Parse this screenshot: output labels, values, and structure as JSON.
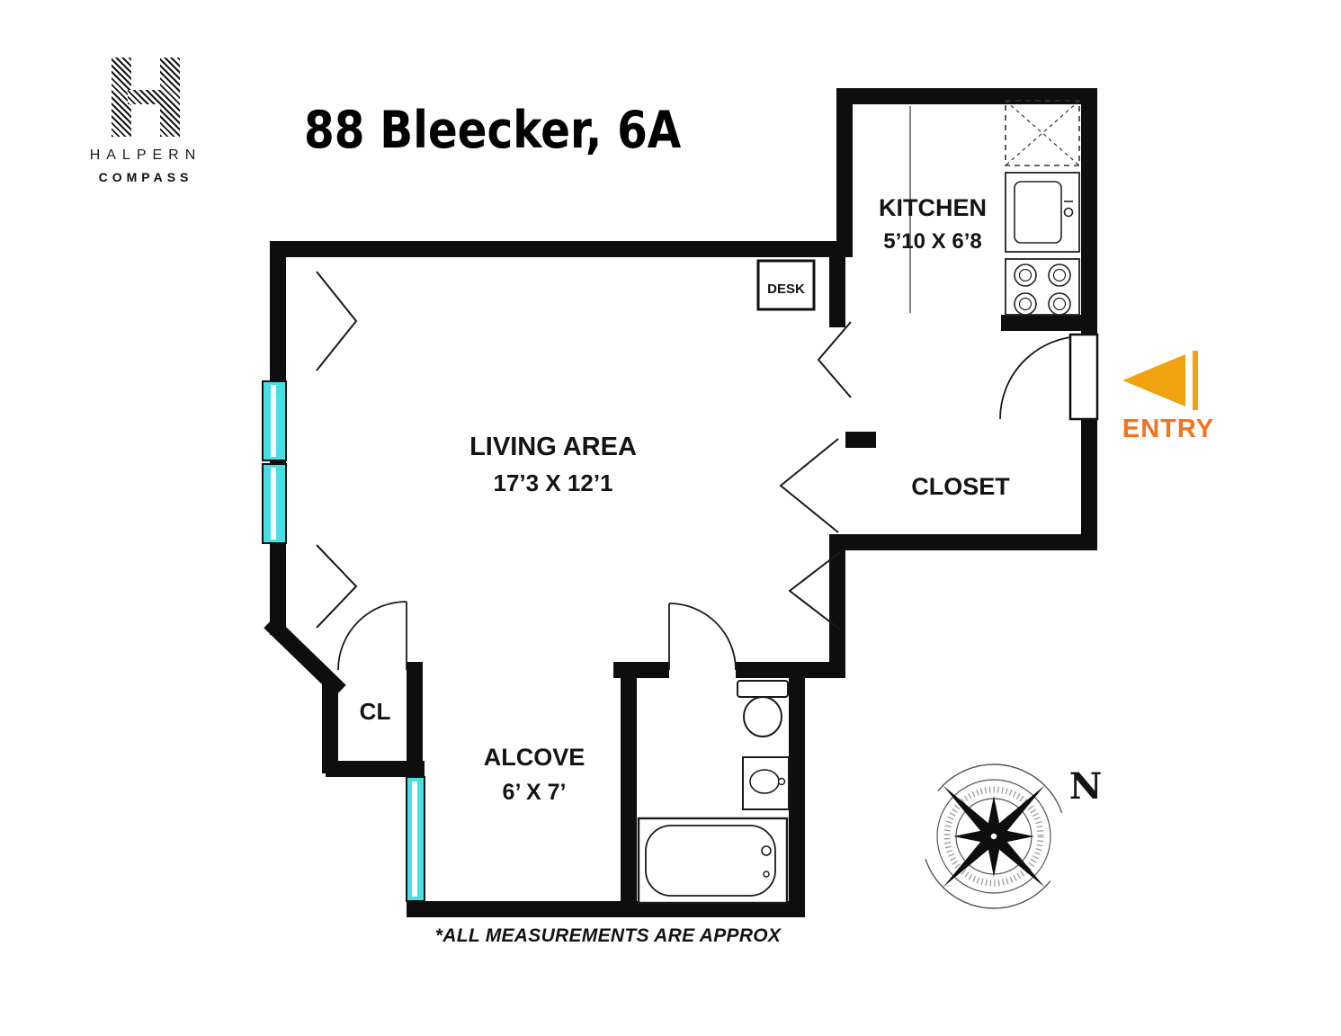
{
  "header": {
    "title": "88 Bleecker, 6A",
    "logo": {
      "monogram": "H",
      "brand": "HALPERN",
      "sub_brand": "COMPASS"
    }
  },
  "rooms": {
    "kitchen": {
      "name": "KITCHEN",
      "dims": "5’10 X 6’8"
    },
    "living_area": {
      "name": "LIVING AREA",
      "dims": "17’3 X 12’1"
    },
    "closet": {
      "name": "CLOSET"
    },
    "cl_closet": {
      "name": "CL"
    },
    "alcove": {
      "name": "ALCOVE",
      "dims": "6’ X 7’"
    },
    "desk": {
      "name": "DESK"
    }
  },
  "entry": {
    "label": "ENTRY"
  },
  "compass_rose": {
    "north": "N"
  },
  "footnote": "*ALL MEASUREMENTS ARE APPROX",
  "icons": {
    "entry_arrow": "left-pointing-triangle",
    "compass_rose": "eight-point-star",
    "windows": "cyan-window-bars"
  },
  "colors": {
    "wall": "#0e0e0e",
    "window": "#45dfe4",
    "entry_arrow": "#f0a30e",
    "entry_text": "#f4731f"
  }
}
